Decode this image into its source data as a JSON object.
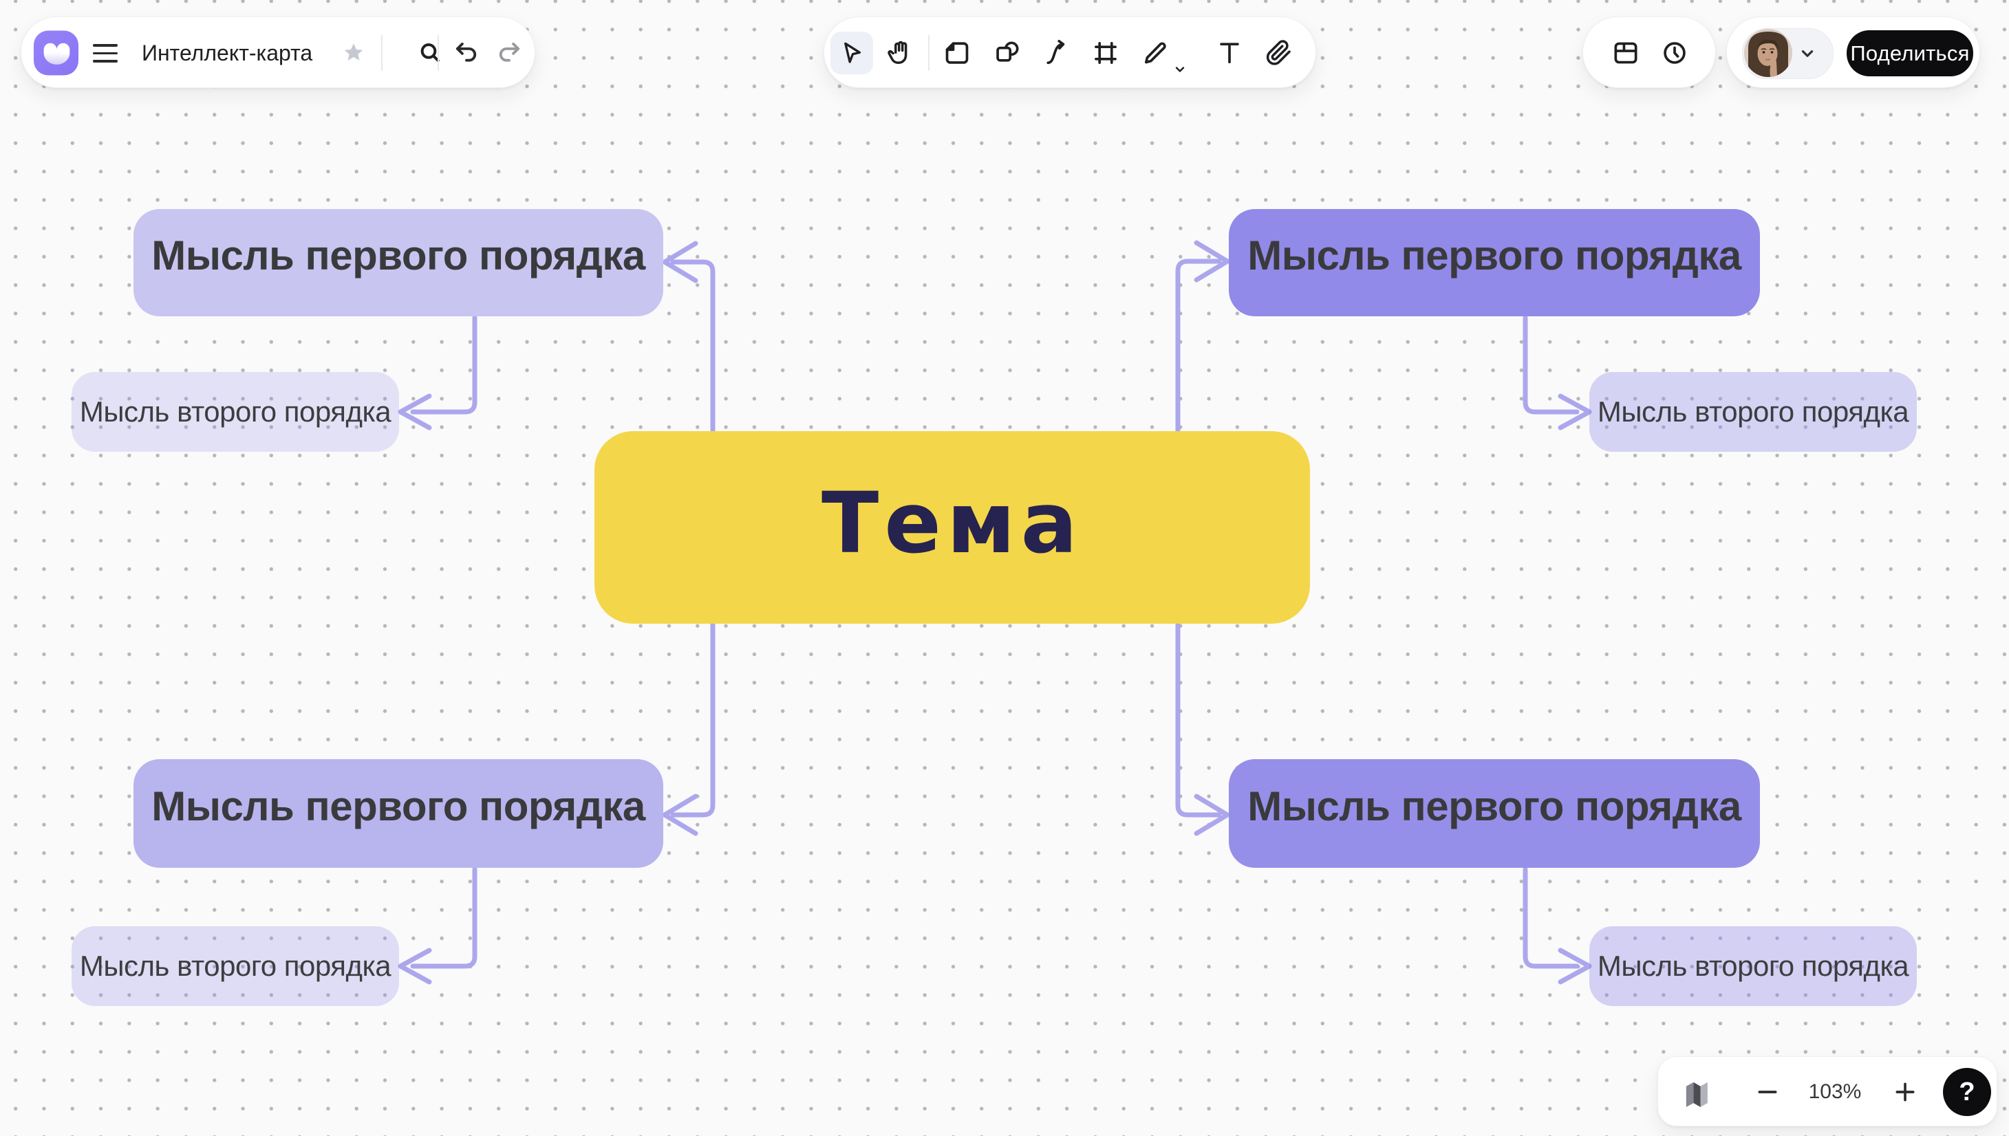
{
  "header": {
    "board_title": "Интеллект-карта",
    "logo_icon": "weje-logo",
    "menu_icon": "hamburger-icon",
    "star_icon": "favorite-star",
    "search_icon": "search",
    "undo_icon": "undo",
    "redo_icon": "redo"
  },
  "toolbar": {
    "tools": [
      {
        "name": "select",
        "selected": true
      },
      {
        "name": "pan-hand",
        "selected": false
      },
      {
        "name": "sticky-note",
        "selected": false
      },
      {
        "name": "shapes",
        "selected": false
      },
      {
        "name": "connector",
        "selected": false
      },
      {
        "name": "frame",
        "selected": false
      },
      {
        "name": "draw-pencil",
        "selected": false
      },
      {
        "name": "text",
        "selected": false
      },
      {
        "name": "attachment",
        "selected": false
      }
    ]
  },
  "topbar_right": {
    "layout_icon": "board-layout",
    "history_icon": "history-clock",
    "avatar": "user-avatar-photo",
    "share_label": "Поделиться"
  },
  "zoombar": {
    "minimap_icon": "minimap-map",
    "zoom_out_icon": "minus",
    "zoom_level": "103%",
    "zoom_in_icon": "plus",
    "help_label": "?"
  },
  "mindmap": {
    "topic": {
      "label": "Тема",
      "bg": "#F4D64A",
      "text_color": "#262350"
    },
    "branches": [
      {
        "position": "top-left",
        "first": {
          "label": "Мысль первого порядка",
          "bg": "#C8C5F1"
        },
        "second": {
          "label": "Мысль второго порядка",
          "bg": "rgba(141,134,232,0.21)"
        }
      },
      {
        "position": "top-right",
        "first": {
          "label": "Мысль первого порядка",
          "bg": "#918AE8"
        },
        "second": {
          "label": "Мысль второго порядка",
          "bg": "rgba(141,134,232,0.34)"
        }
      },
      {
        "position": "bottom-left",
        "first": {
          "label": "Мысль первого порядка",
          "bg": "#B8B4EE"
        },
        "second": {
          "label": "Мысль второго порядка",
          "bg": "rgba(141,134,232,0.25)"
        }
      },
      {
        "position": "bottom-right",
        "first": {
          "label": "Мысль первого порядка",
          "bg": "#968FE9"
        },
        "second": {
          "label": "Мысль второго порядка",
          "bg": "rgba(141,134,232,0.36)"
        }
      }
    ],
    "connector_color": "#ACA7ED"
  },
  "colors": {
    "canvas_bg": "#FAFAFA",
    "grid_dot": "#B5B5BB",
    "accent_purple": "#8E7AF7",
    "selected_tool_bg": "#EDF0F6",
    "share_button_bg": "#0D0D0F",
    "help_button_bg": "#0D0D0F",
    "divider": "#E9E9EC"
  }
}
